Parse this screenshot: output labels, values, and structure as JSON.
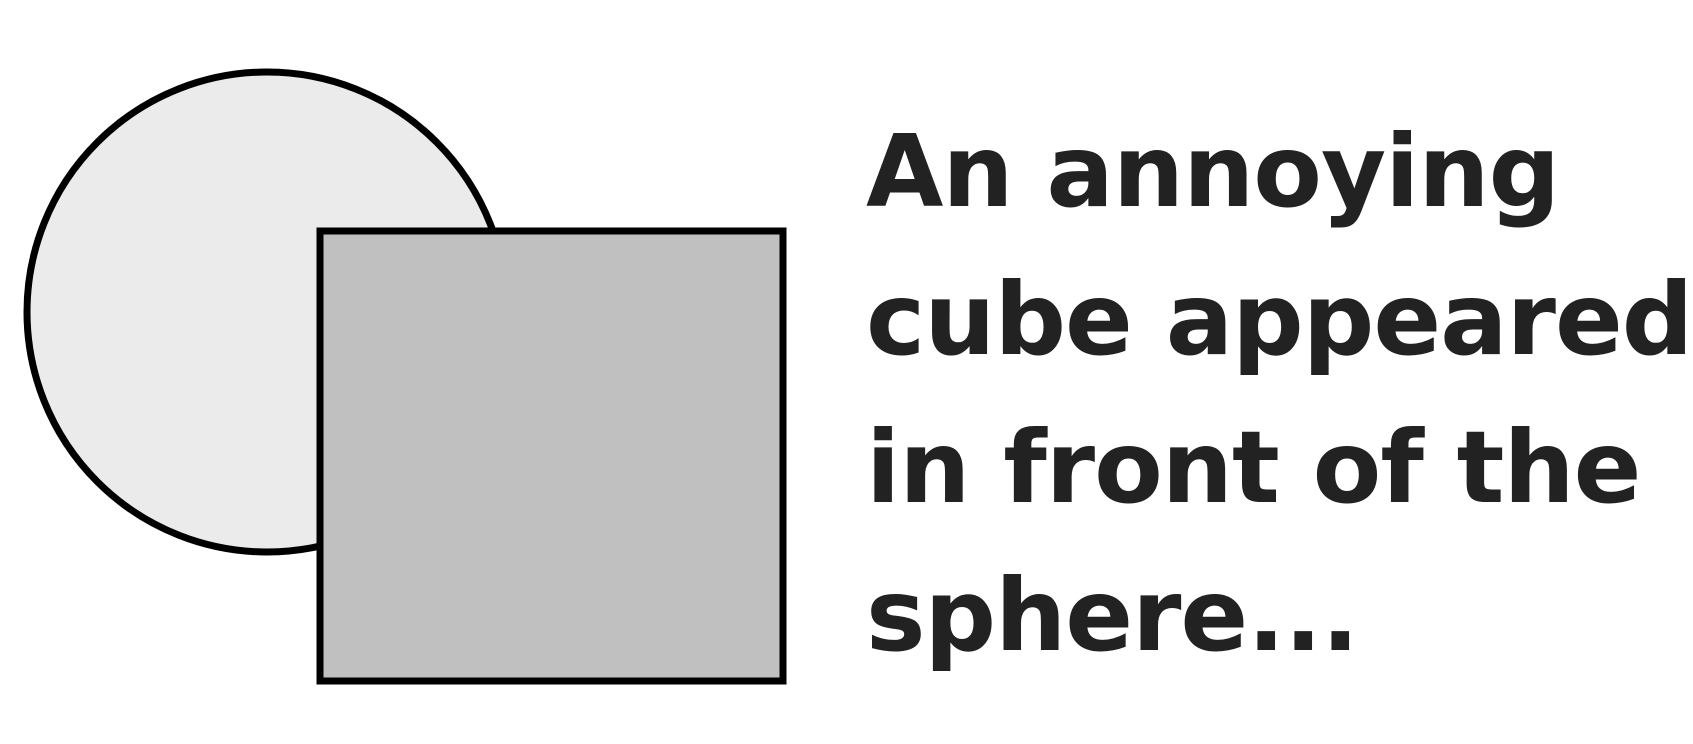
{
  "caption": {
    "lines": [
      "An annoying",
      "cube appeared",
      "in front of the",
      "sphere..."
    ]
  },
  "shapes": {
    "sphere": {
      "kind": "circle",
      "fill": "#ebebeb",
      "stroke": "#000000"
    },
    "cube": {
      "kind": "square",
      "fill": "#c0c0c0",
      "stroke": "#000000"
    }
  },
  "colors": {
    "background": "#ffffff",
    "text": "#222222"
  }
}
